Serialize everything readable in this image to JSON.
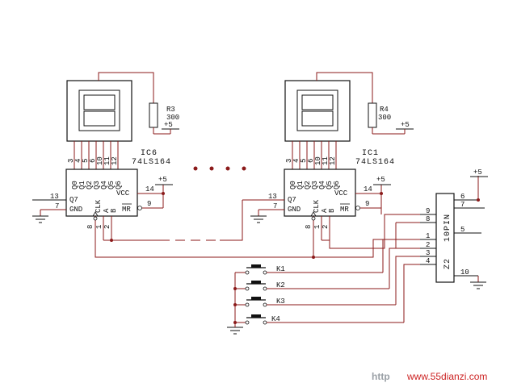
{
  "colors": {
    "wire": "#8b1a1a",
    "part": "#111111",
    "dot": "#8b1a1a",
    "watermark_red": "#cc2222",
    "watermark_gray": "#9aa0a6"
  },
  "ic_left": {
    "name": "IC6",
    "part": "74LS164",
    "top_pins": [
      "3",
      "4",
      "5",
      "6",
      "10",
      "11",
      "12"
    ],
    "outputs": [
      "Q0",
      "Q1",
      "Q2",
      "Q3",
      "Q4",
      "Q5",
      "Q6"
    ],
    "q7": "Q7",
    "gnd": "GND",
    "clk": "CLK",
    "a": "A",
    "b": "B",
    "vcc": "VCC",
    "mr": "MR",
    "pin13": "13",
    "pin7": "7",
    "pin8": "8",
    "pin1": "1",
    "pin2": "2",
    "pin14": "14",
    "pin9": "9",
    "supply": "+5"
  },
  "ic_right": {
    "name": "IC1",
    "part": "74LS164",
    "top_pins": [
      "3",
      "4",
      "5",
      "6",
      "10",
      "11",
      "12"
    ],
    "outputs": [
      "Q0",
      "Q1",
      "Q2",
      "Q3",
      "Q4",
      "Q5",
      "Q6"
    ],
    "q7": "Q7",
    "gnd": "GND",
    "clk": "CLK",
    "a": "A",
    "b": "B",
    "vcc": "VCC",
    "mr": "MR",
    "pin13": "13",
    "pin7": "7",
    "pin8": "8",
    "pin1": "1",
    "pin2": "2",
    "pin14": "14",
    "pin9": "9",
    "supply": "+5"
  },
  "resistor_left": {
    "name": "R3",
    "value": "300",
    "supply": "+5"
  },
  "resistor_right": {
    "name": "R4",
    "value": "300",
    "supply": "+5"
  },
  "connector": {
    "name": "Z2",
    "type": "10PIN",
    "left_pins": [
      "9",
      "8",
      "1",
      "2",
      "3",
      "4"
    ],
    "right_pins": [
      "6",
      "7",
      "5",
      "10"
    ],
    "supply": "+5"
  },
  "switches": [
    "K1",
    "K2",
    "K3",
    "K4"
  ],
  "watermark": {
    "prefix": "http",
    "site": "www.55dianzi.com"
  }
}
